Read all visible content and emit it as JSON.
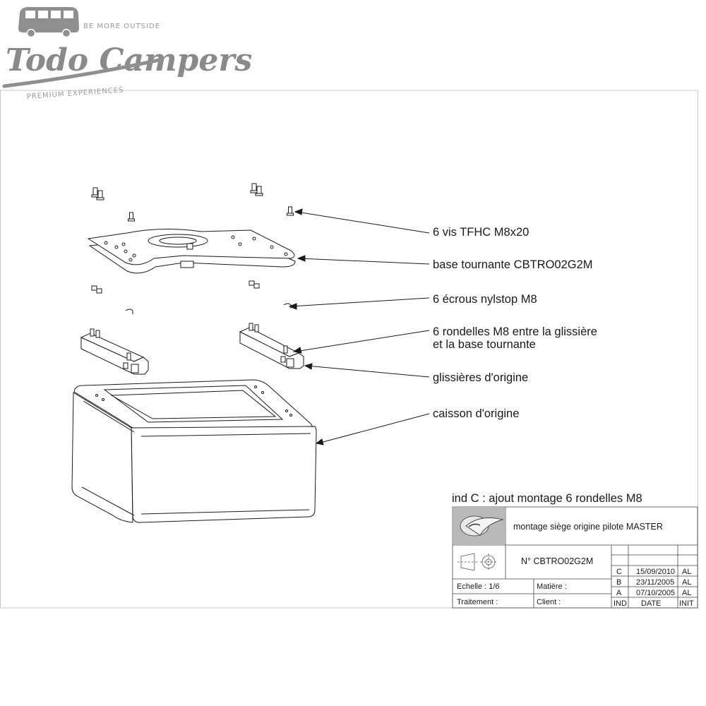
{
  "logo": {
    "brand": "Todo Campers",
    "tagline_top": "BE MORE OUTSIDE",
    "tagline_bottom": "PREMIUM EXPERIENCES"
  },
  "callouts": [
    {
      "id": "screws",
      "text": "6 vis TFHC M8x20"
    },
    {
      "id": "base",
      "text": "base tournante CBTRO02G2M"
    },
    {
      "id": "nuts",
      "text": "6 écrous nylstop M8"
    },
    {
      "id": "washers_line1",
      "text": "6 rondelles M8 entre la glissière"
    },
    {
      "id": "washers_line2",
      "text": "et la base tournante"
    },
    {
      "id": "rails",
      "text": "glissières d'origine"
    },
    {
      "id": "box",
      "text": "caisson d'origine"
    }
  ],
  "revision_note": "ind C : ajout montage 6 rondelles M8",
  "title_block": {
    "title": "montage siège origine pilote MASTER",
    "number": "N° CBTRO02G2M",
    "scale": "Echelle : 1/6",
    "material": "Matière :",
    "treatment": "Traitement :",
    "client": "Client :",
    "revisions": [
      {
        "ind": "C",
        "date": "15/09/2010",
        "init": "AL"
      },
      {
        "ind": "B",
        "date": "23/11/2005",
        "init": "AL"
      },
      {
        "ind": "A",
        "date": "07/10/2005",
        "init": "AL"
      }
    ],
    "header_ind": "IND",
    "header_date": "DATE",
    "header_init": "INIT"
  },
  "colors": {
    "line": "#1a1a1a",
    "frame": "#c8c8c8",
    "logo_gray": "#8a8a8a"
  }
}
